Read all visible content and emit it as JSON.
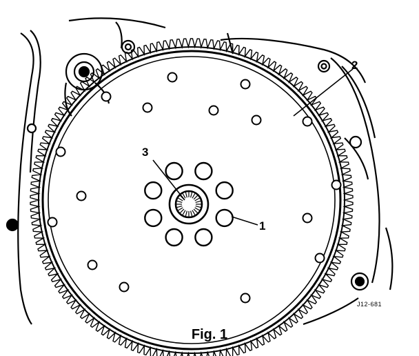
{
  "caption": "Fig. 1",
  "reference_code": "J12-681",
  "callouts": [
    {
      "id": "1",
      "label": "1"
    },
    {
      "id": "2",
      "label": "2"
    },
    {
      "id": "3",
      "label": "3"
    }
  ],
  "colors": {
    "ink": "#000000",
    "paper": "#ffffff"
  }
}
